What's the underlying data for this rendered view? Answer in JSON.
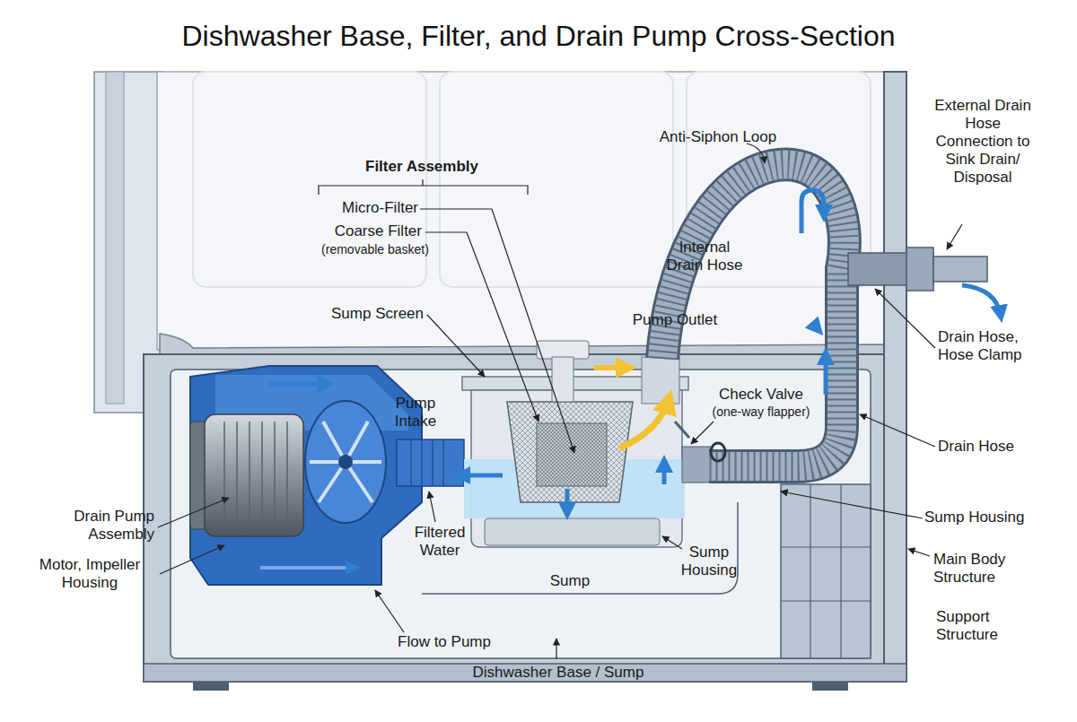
{
  "diagram": {
    "title": "Dishwasher Base, Filter, and Drain Pump Cross-Section",
    "labels": [
      "Filter Assembly",
      "Micro-Filter",
      "Coarse Filter",
      "(removable basket)",
      "Anti-Siphon Loop",
      "External Drain Hose Connection to Sink Drain/ Disposal",
      "Internal Drain Hose",
      "Sump Screen",
      "Pump Outlet",
      "Pump Intake",
      "Check Valve",
      "(one-way flapper)",
      "Drain Hose, Hose Clamp",
      "Drain Hose",
      "Sump Housing",
      "Drain Pump Assembly",
      "Motor, Impeller Housing",
      "Filtered Water",
      "Sump Housing",
      "Sump",
      "Main Body Structure",
      "Support Structure",
      "Flow to Pump",
      "Dishwasher Base / Sump"
    ]
  }
}
